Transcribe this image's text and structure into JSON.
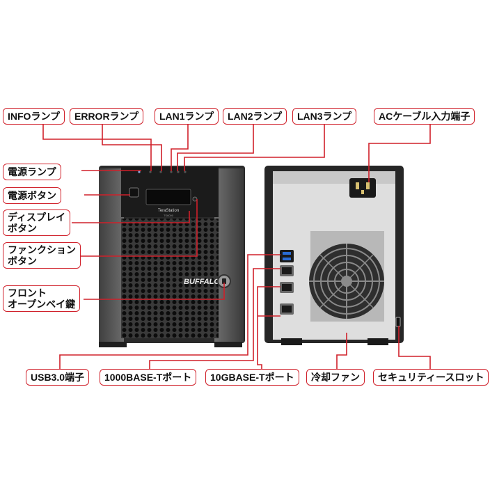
{
  "labels": {
    "info_lamp": "INFOランプ",
    "error_lamp": "ERRORランプ",
    "lan1_lamp": "LAN1ランプ",
    "lan2_lamp": "LAN2ランプ",
    "lan3_lamp": "LAN3ランプ",
    "ac_inlet": "ACケーブル入力端子",
    "power_lamp": "電源ランプ",
    "power_button": "電源ボタン",
    "display_button_1": "ディスプレイ",
    "display_button_2": "ボタン",
    "function_button_1": "ファンクション",
    "function_button_2": "ボタン",
    "front_key_1": "フロント",
    "front_key_2": "オープンベイ鍵",
    "usb_port": "USB3.0端子",
    "gbe_port": "1000BASE-Tポート",
    "tengbe_port": "10GBASE-Tポート",
    "cooling_fan": "冷却ファン",
    "security_slot": "セキュリティースロット"
  },
  "device": {
    "brand": "BUFFALO",
    "model_line1": "TeraStation",
    "model_line2": "TS6000"
  },
  "colors": {
    "accent": "#d0202a",
    "chassis": "#2b2b2b",
    "rear_panel": "#dedede"
  }
}
